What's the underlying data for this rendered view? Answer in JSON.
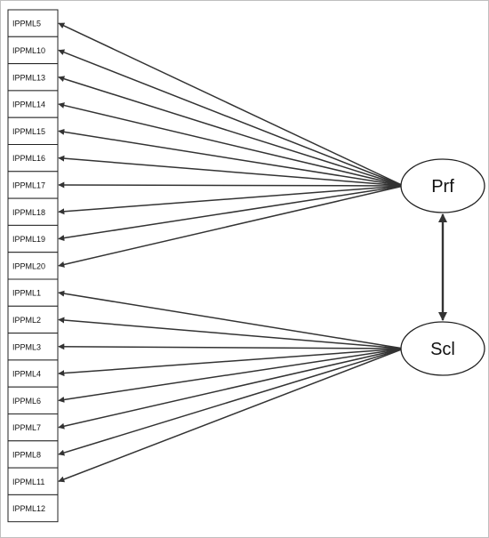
{
  "colors": {
    "line": "#333333",
    "box_stroke": "#222222",
    "background": "#ffffff"
  },
  "factors": [
    {
      "id": "prf",
      "label": "Prf"
    },
    {
      "id": "scl",
      "label": "Scl"
    }
  ],
  "indicators": [
    {
      "label": "IPPML5",
      "factor": "prf"
    },
    {
      "label": "IPPML10",
      "factor": "prf"
    },
    {
      "label": "IPPML13",
      "factor": "prf"
    },
    {
      "label": "IPPML14",
      "factor": "prf"
    },
    {
      "label": "IPPML15",
      "factor": "prf"
    },
    {
      "label": "IPPML16",
      "factor": "prf"
    },
    {
      "label": "IPPML17",
      "factor": "prf"
    },
    {
      "label": "IPPML18",
      "factor": "prf"
    },
    {
      "label": "IPPML19",
      "factor": "prf"
    },
    {
      "label": "IPPML20",
      "factor": "prf"
    },
    {
      "label": "IPPML1",
      "factor": "scl"
    },
    {
      "label": "IPPML2",
      "factor": "scl"
    },
    {
      "label": "IPPML3",
      "factor": "scl"
    },
    {
      "label": "IPPML4",
      "factor": "scl"
    },
    {
      "label": "IPPML6",
      "factor": "scl"
    },
    {
      "label": "IPPML7",
      "factor": "scl"
    },
    {
      "label": "IPPML8",
      "factor": "scl"
    },
    {
      "label": "IPPML11",
      "factor": "scl"
    },
    {
      "label": "IPPML12",
      "factor": "none"
    }
  ],
  "covariance": {
    "from": "prf",
    "to": "scl"
  }
}
